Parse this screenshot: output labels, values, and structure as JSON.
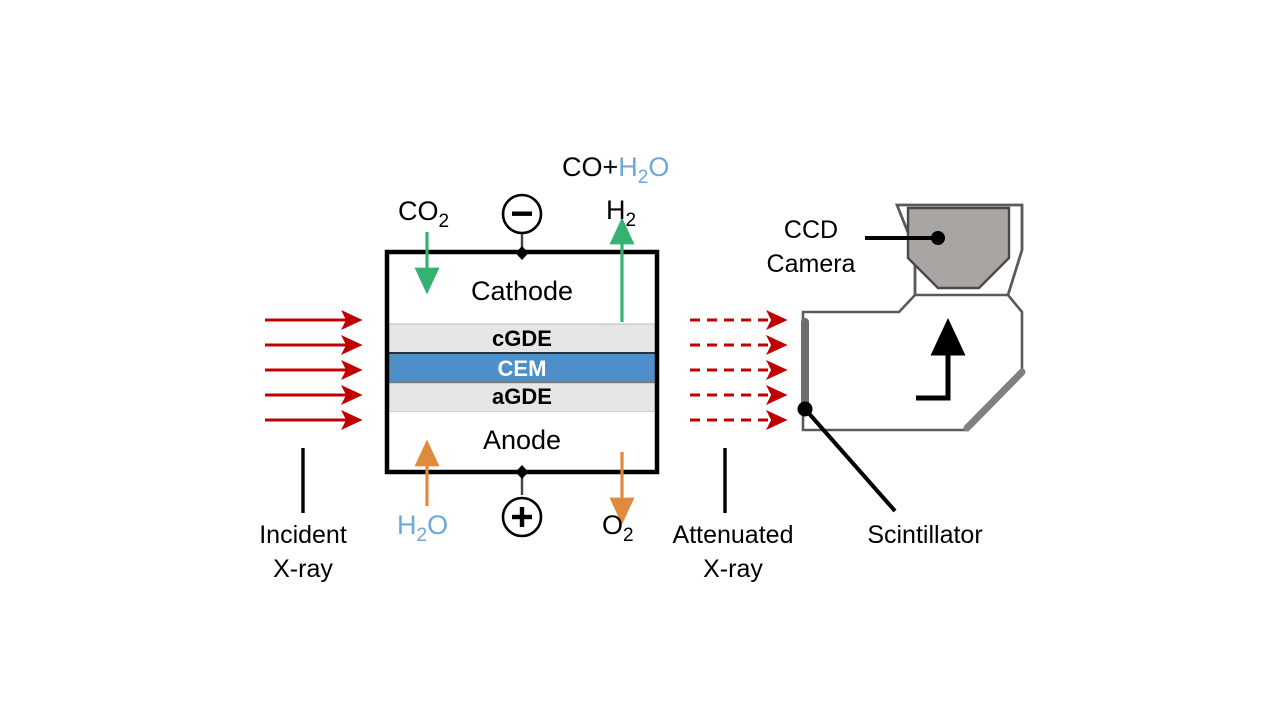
{
  "figure": {
    "background": "#ffffff",
    "title_present": false
  },
  "colors": {
    "cem_fill": "#4e8fc9",
    "gde_fill": "#e6e6e6",
    "cell_stroke": "#000000",
    "incident_xray": "#c00000",
    "attenuated_xray": "#c00000",
    "cathode_gas_arrow": "#35b272",
    "anode_gas_arrow": "#e08a3c",
    "ccd_fill": "#a8a5a3",
    "housing_stroke": "#5a5a5a",
    "mirror": "#808080",
    "scintillator": "#6e6e6e",
    "water_label": "#6ca7dd"
  },
  "cell": {
    "layers": [
      {
        "key": "cathode",
        "label": "Cathode",
        "fill": "#ffffff",
        "text_color": "#000000"
      },
      {
        "key": "cgde",
        "label": "cGDE",
        "fill": "#e6e6e6",
        "text_color": "#000000"
      },
      {
        "key": "cem",
        "label": "CEM",
        "fill": "#4e8fc9",
        "text_color": "#ffffff"
      },
      {
        "key": "agde",
        "label": "aGDE",
        "fill": "#e6e6e6",
        "text_color": "#000000"
      },
      {
        "key": "anode",
        "label": "Anode",
        "fill": "#ffffff",
        "text_color": "#000000"
      }
    ],
    "terminals": [
      {
        "key": "negative",
        "symbol": "−",
        "position": "top",
        "name": "negative-terminal"
      },
      {
        "key": "positive",
        "symbol": "+",
        "position": "bottom",
        "name": "positive-terminal"
      }
    ]
  },
  "species": {
    "inlet_cathode": {
      "base": "CO",
      "sub": "2",
      "color": "#000000",
      "direction": "in"
    },
    "outlet_cathode_line1": {
      "part_a": "CO+",
      "part_b": "H",
      "part_b_sub": "2",
      "part_c": "O",
      "color_a": "#000000",
      "color_b": "#6ca7dd"
    },
    "outlet_cathode_line2": {
      "base": "H",
      "sub": "2",
      "color": "#000000",
      "direction": "out"
    },
    "inlet_anode": {
      "base": "H",
      "sub": "2",
      "tail": "O",
      "color": "#6ca7dd",
      "direction": "in"
    },
    "outlet_anode": {
      "base": "O",
      "sub": "2",
      "color": "#000000",
      "direction": "out"
    }
  },
  "beams": {
    "incident": {
      "caption_line1": "Incident",
      "caption_line2": "X-ray",
      "style": "solid",
      "count": 5,
      "color": "#c00000"
    },
    "attenuated": {
      "caption_line1": "Attenuated",
      "caption_line2": "X-ray",
      "style": "dashed",
      "count": 5,
      "color": "#c00000"
    }
  },
  "detector": {
    "ccd": {
      "caption_line1": "CCD",
      "caption_line2": "Camera",
      "fill": "#a8a5a3"
    },
    "scintillator": {
      "caption": "Scintillator",
      "color": "#6e6e6e"
    },
    "mirror": {
      "name": "mirror",
      "color": "#808080"
    },
    "light_path": {
      "name": "light-path-arrow",
      "color": "#000000"
    }
  }
}
